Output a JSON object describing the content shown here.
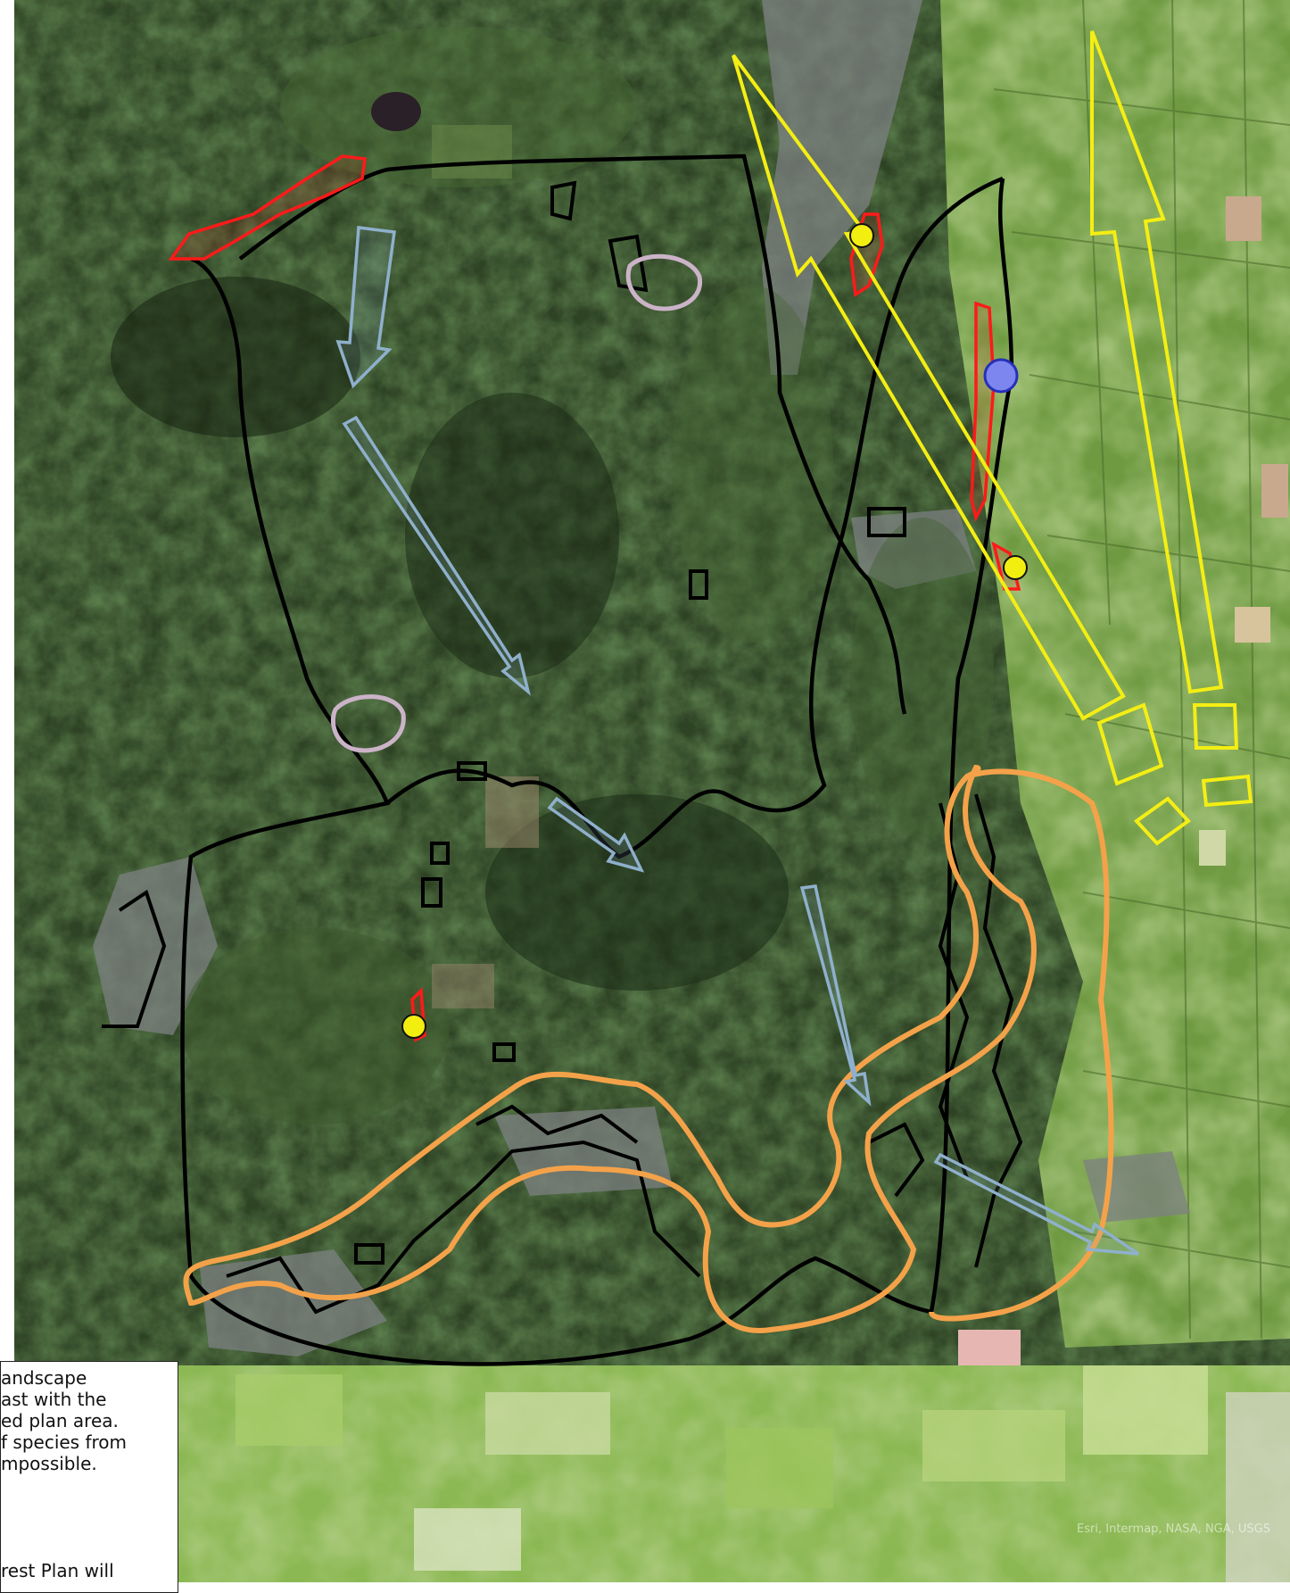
{
  "map": {
    "legend_lines": [
      "andscape",
      "ast with the",
      "ed plan area.",
      "f species from",
      "mpossible.",
      "rest Plan will"
    ],
    "credit": "Esri, Intermap, NASA, NGA, USGS"
  },
  "colors": {
    "forest_dark": "#203018",
    "forest_mid": "#34482a",
    "farmland": "#7aa24a",
    "boundary": "#000000",
    "core_area_red": "#ff1a1a",
    "yellow_arrows": "#f4ee14",
    "blue_arrows": "#8fb0cc",
    "orange_zone": "#f4a24a",
    "lilac_areas": "#cbb3c8",
    "marker_yellow": "#f2ee10",
    "marker_blue": "#7d86ee"
  }
}
